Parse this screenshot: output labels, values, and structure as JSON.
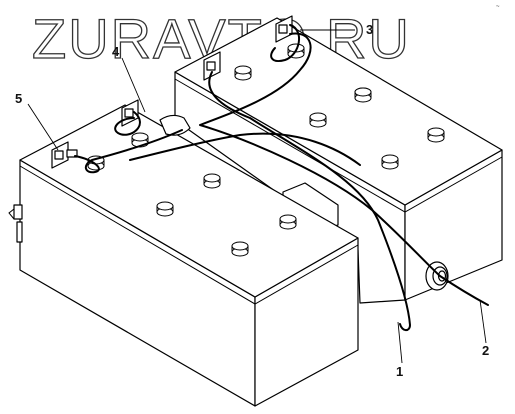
{
  "watermark": {
    "text": "ZURAVTO.RU"
  },
  "corner_mark": {
    "text": "~"
  },
  "callouts": {
    "c1": "1",
    "c2": "2",
    "c3": "3",
    "c4": "4",
    "c5": "5"
  }
}
